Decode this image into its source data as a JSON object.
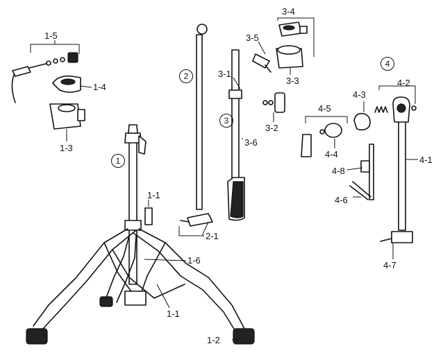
{
  "groups": {
    "g1": "1",
    "g2": "2",
    "g3": "3",
    "g4": "4"
  },
  "labels": {
    "l1_5": "1-5",
    "l1_4": "1-4",
    "l1_3": "1-3",
    "l1_1_top": "1-1",
    "l1_6": "1-6",
    "l1_1_bottom": "1-1",
    "l1_2": "1-2",
    "l2_1": "2-1",
    "l3_1": "3-1",
    "l3_2": "3-2",
    "l3_3": "3-3",
    "l3_4": "3-4",
    "l3_5": "3-5",
    "l3_6": "3-6",
    "l4_1": "4-1",
    "l4_2": "4-2",
    "l4_3": "4-3",
    "l4_4": "4-4",
    "l4_5": "4-5",
    "l4_6": "4-6",
    "l4_7": "4-7",
    "l4_8": "4-8"
  }
}
